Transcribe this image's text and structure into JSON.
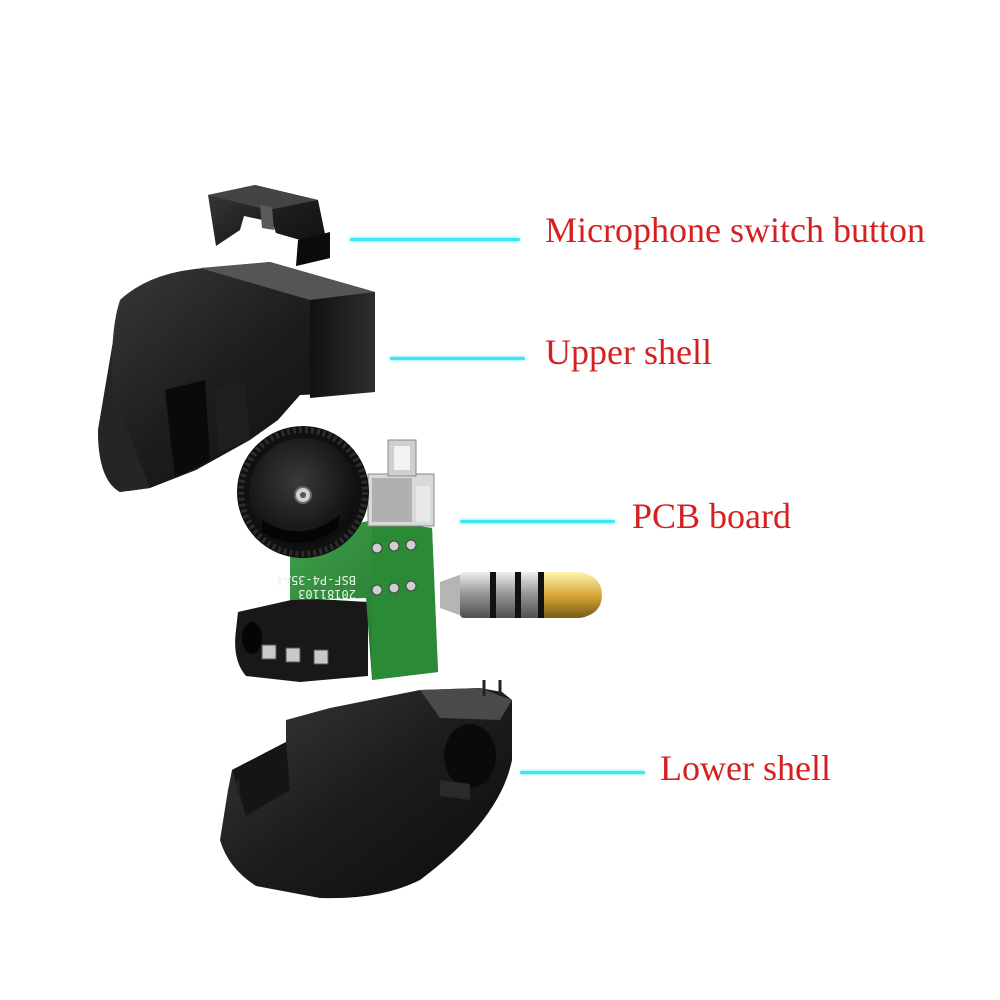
{
  "diagram": {
    "leader_color": "#3ee6f2",
    "label_color": "#d42020",
    "parts": [
      {
        "id": "mic",
        "label": "Microphone switch button",
        "icon": "microphone-switch-button-part"
      },
      {
        "id": "upper",
        "label": "Upper shell",
        "icon": "upper-shell-part"
      },
      {
        "id": "pcb",
        "label": "PCB board",
        "icon": "pcb-board-part"
      },
      {
        "id": "lower",
        "label": "Lower shell",
        "icon": "lower-shell-part"
      }
    ],
    "pcb_silkscreen": {
      "line1": "20181103",
      "line2": "BSF-P4-35A4"
    }
  }
}
